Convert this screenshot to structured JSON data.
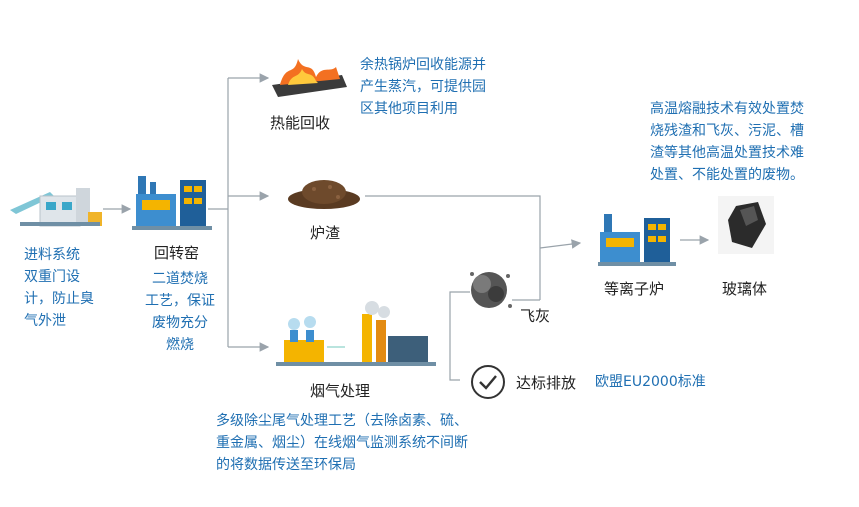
{
  "colors": {
    "accent_blue": "#1f6fb2",
    "line_gray": "#9aa3ab",
    "text_dark": "#222222"
  },
  "feed": {
    "lines": [
      "进料系统",
      "双重门设",
      "计，防止臭",
      "气外泄"
    ]
  },
  "kiln": {
    "label": "回转窑",
    "desc": [
      "二道焚烧",
      "工艺，保证",
      "废物充分",
      "燃烧"
    ]
  },
  "heat": {
    "label": "热能回收",
    "desc": [
      "余热锅炉回收能源并",
      "产生蒸汽，可提供园",
      "区其他项目利用"
    ]
  },
  "slag": {
    "label": "炉渣"
  },
  "flue": {
    "label": "烟气处理",
    "desc": [
      "多级除尘尾气处理工艺（去除卤素、硫、",
      "重金属、烟尘）在线烟气监测系统不间断",
      "的将数据传送至环保局"
    ]
  },
  "flyash": {
    "label": "飞灰"
  },
  "emission": {
    "label": "达标排放",
    "standard": "欧盟EU2000标准"
  },
  "plasma": {
    "label": "等离子炉"
  },
  "glass": {
    "label": "玻璃体"
  },
  "melt": {
    "desc": [
      "高温熔融技术有效处置焚",
      "烧残渣和飞灰、污泥、槽",
      "渣等其他高温处置技术难",
      "处置、不能处置的废物。"
    ]
  },
  "icons": [
    "factory-feed-icon",
    "rotary-kiln-icon",
    "flame-icon",
    "slag-pile-icon",
    "flue-gas-plant-icon",
    "fly-ash-icon",
    "check-circle-icon",
    "plasma-furnace-icon",
    "glass-rock-icon"
  ]
}
